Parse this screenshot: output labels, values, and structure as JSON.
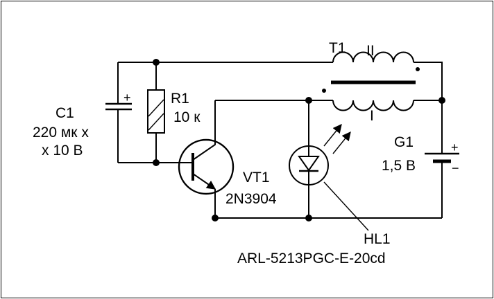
{
  "diagram": {
    "kind": "led-flasher-schematic",
    "colors": {
      "line": "#000000",
      "background": "#ffffff"
    },
    "labels": {
      "c1_ref": "C1",
      "c1_value1": "220 мк x",
      "c1_value2": "x 10 В",
      "c1_plus": "+",
      "r1_ref": "R1",
      "r1_value": "10 к",
      "vt1_ref": "VT1",
      "vt1_value": "2N3904",
      "t1_ref": "T1",
      "t1_winding_top": "II",
      "t1_winding_bottom": "I",
      "g1_ref": "G1",
      "g1_value": "1,5 В",
      "g1_plus": "+",
      "g1_minus": "−",
      "hl1_ref": "HL1",
      "hl1_value": "ARL-5213PGC-E-20cd"
    }
  }
}
